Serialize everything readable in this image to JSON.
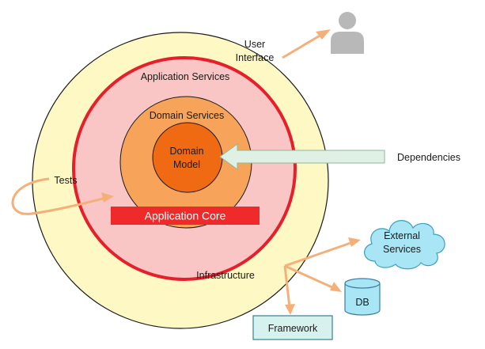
{
  "layers": {
    "infrastructure": "Infrastructure",
    "user_interface_line1": "User",
    "user_interface_line2": "Interface",
    "tests": "Tests",
    "application_services": "Application Services",
    "domain_services": "Domain Services",
    "domain_model_line1": "Domain",
    "domain_model_line2": "Model",
    "application_core": "Application Core"
  },
  "external": {
    "dependencies": "Dependencies",
    "external_services_line1": "External",
    "external_services_line2": "Services",
    "db": "DB",
    "framework": "Framework"
  },
  "colors": {
    "outer_ring": "#fdf8c4",
    "app_services_ring": "#f9c5c5",
    "app_services_border": "#e5202a",
    "domain_services_ring": "#f7a35a",
    "domain_model": "#f06a14",
    "core_banner": "#ee2a2a",
    "arrow": "#f5b07a",
    "dependency_arrow": "#dff1e4",
    "cloud": "#a9e6f5",
    "db": "#a9e6f5",
    "framework": "#d6f2ee"
  },
  "icons": {
    "user": "user-silhouette-icon",
    "cloud": "cloud-icon",
    "db": "database-cylinder-icon"
  }
}
